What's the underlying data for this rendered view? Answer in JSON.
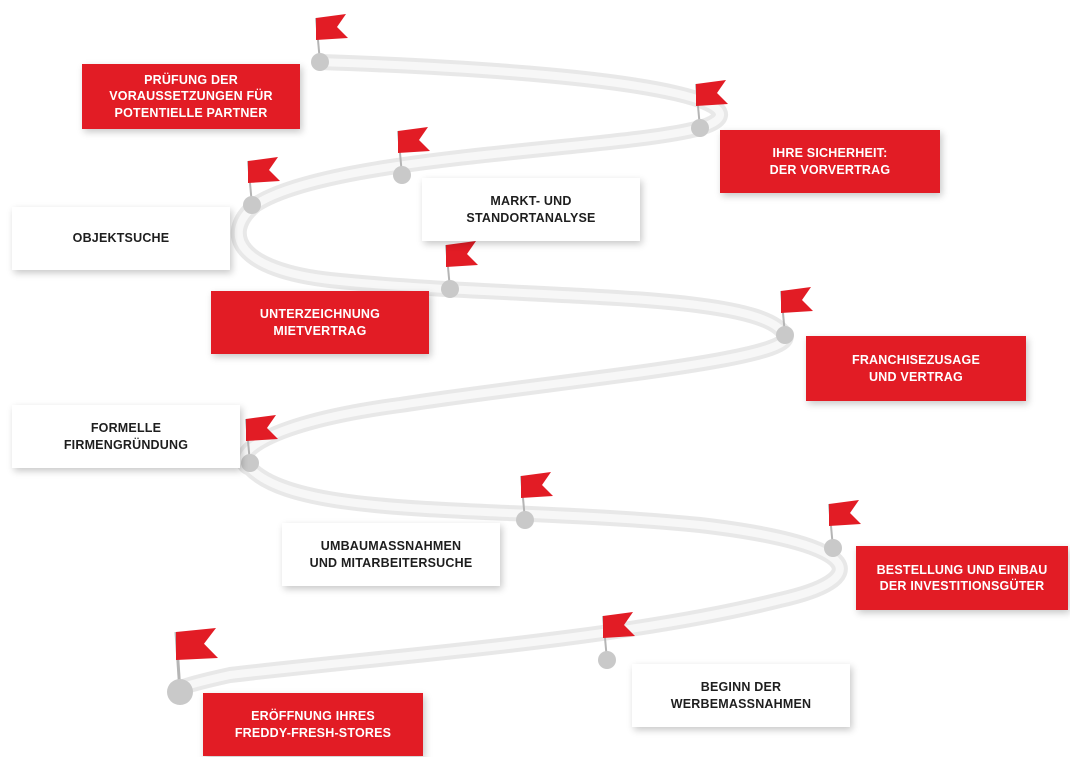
{
  "colors": {
    "accent": "#e21c25",
    "road": "#ececec",
    "marker": "#c9c9c9"
  },
  "steps": [
    {
      "text": "PRÜFUNG DER\nVORAUSSETZUNGEN FÜR\nPOTENTIELLE PARTNER",
      "style": "red"
    },
    {
      "text": "IHRE SICHERHEIT:\nDER VORVERTRAG",
      "style": "red"
    },
    {
      "text": "MARKT- UND\nSTANDORTANALYSE",
      "style": "white"
    },
    {
      "text": "OBJEKTSUCHE",
      "style": "white"
    },
    {
      "text": "UNTERZEICHNUNG\nMIETVERTRAG",
      "style": "red"
    },
    {
      "text": "FRANCHISEZUSAGE\nUND VERTRAG",
      "style": "red"
    },
    {
      "text": "FORMELLE\nFIRMENGRÜNDUNG",
      "style": "white"
    },
    {
      "text": "UMBAUMASSNAHMEN\nUND MITARBEITERSUCHE",
      "style": "white"
    },
    {
      "text": "BESTELLUNG UND EINBAU\nDER INVESTITIONSGÜTER",
      "style": "red"
    },
    {
      "text": "BEGINN DER\nWERBEMASSNAHMEN",
      "style": "white"
    },
    {
      "text": "ERÖFFNUNG IHRES\nFREDDY-FRESH-STORES",
      "style": "red"
    }
  ]
}
